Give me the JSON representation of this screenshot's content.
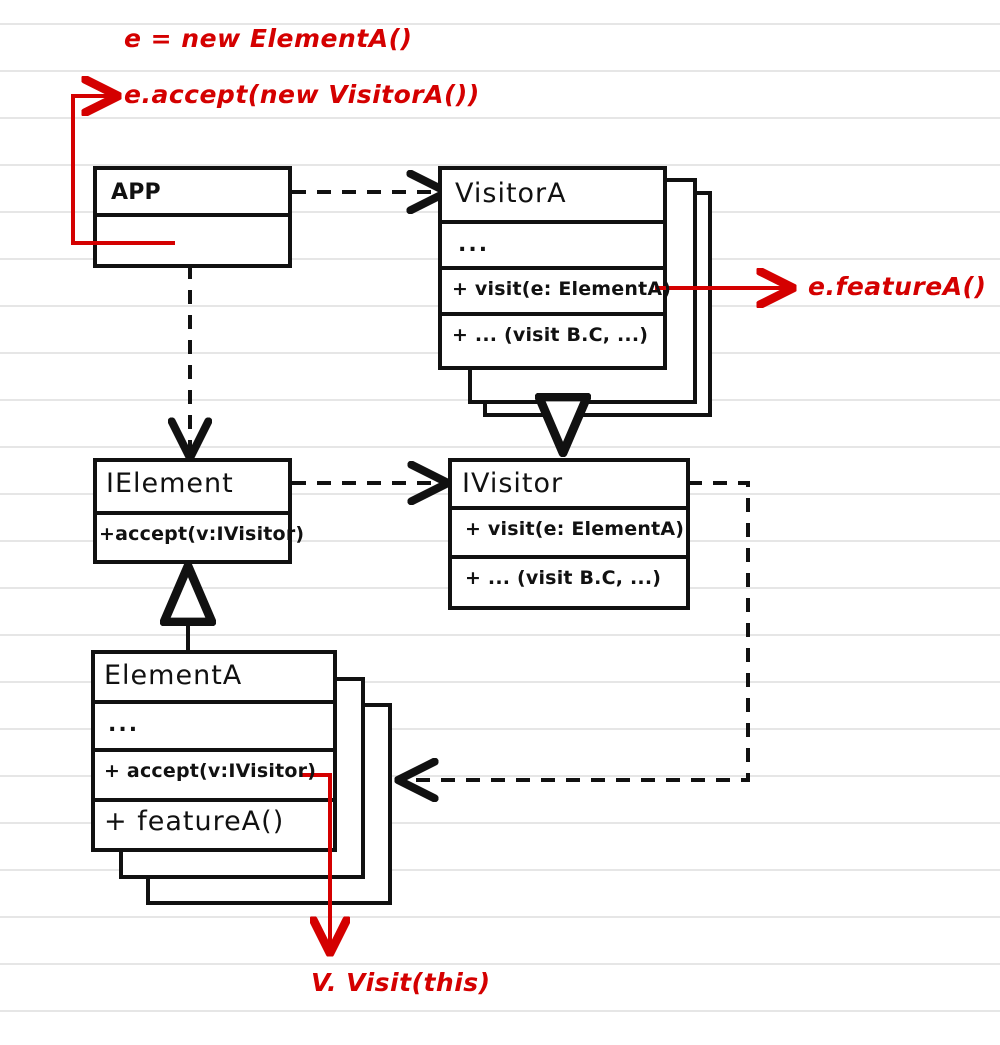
{
  "diagram": {
    "kind": "uml-class-diagram",
    "subject": "Visitor design pattern",
    "medium": "hand-drawn sketch on ruled notebook paper",
    "ink_color": "#111111",
    "annotation_color": "#d40000",
    "paper_rule_color": "#e6e6e6"
  },
  "classes": {
    "app": {
      "name": "APP",
      "compartments": [
        "APP",
        ""
      ]
    },
    "visitor_a": {
      "name": "VisitorA",
      "stacked": true,
      "stack_count": 3,
      "compartments": [
        "VisitorA",
        "...",
        "+ visit(e: ElementA)",
        "+ ... (visit  B.C, ...)"
      ]
    },
    "ielement": {
      "name": "IElement",
      "compartments": [
        "IElement",
        "+accept(v:IVisitor)"
      ]
    },
    "ivisitor": {
      "name": "IVisitor",
      "compartments": [
        "IVisitor",
        "+ visit(e: ElementA)",
        "+ ... (visit  B.C, ...)"
      ]
    },
    "element_a": {
      "name": "ElementA",
      "stacked": true,
      "stack_count": 3,
      "compartments": [
        "ElementA",
        "...",
        "+ accept(v:IVisitor)",
        "+ featureA()"
      ]
    }
  },
  "annotations": {
    "construct": "e = new ElementA()",
    "accept_call": "e.accept(new VisitorA())",
    "feature_call": "e.featureA()",
    "visit_call": "V. Visit(this)"
  },
  "relations": [
    {
      "id": "app-to-visitora",
      "type": "dependency",
      "style": "dashed",
      "arrow": "open",
      "from": "app",
      "to": "visitor_a"
    },
    {
      "id": "app-to-ielement",
      "type": "dependency",
      "style": "dashed",
      "arrow": "open",
      "from": "app",
      "to": "ielement"
    },
    {
      "id": "visitora-to-ivisitor",
      "type": "realization",
      "style": "solid",
      "arrow": "hollow-triangle",
      "from": "visitor_a",
      "to": "ivisitor"
    },
    {
      "id": "ielement-to-ivisitor",
      "type": "dependency",
      "style": "dashed",
      "arrow": "open",
      "from": "ielement",
      "to": "ivisitor"
    },
    {
      "id": "elementa-to-ielement",
      "type": "realization",
      "style": "solid",
      "arrow": "hollow-triangle",
      "from": "element_a",
      "to": "ielement"
    },
    {
      "id": "ivisitor-to-elementa",
      "type": "dependency",
      "style": "dashed",
      "arrow": "open",
      "from": "ivisitor",
      "to": "element_a"
    }
  ]
}
